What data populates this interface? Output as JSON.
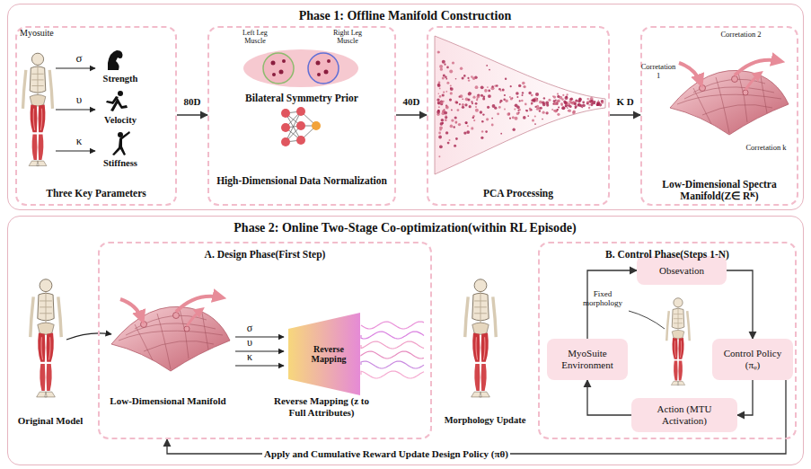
{
  "diagram": {
    "nodes": [
      {
        "text": [
          "Phase 1: Offline Manifold Construction"
        ]
      },
      {
        "text": [
          "Three Key Parameters"
        ],
        "in": 0
      },
      {
        "text": [
          "Bilateral Symmetry Prior",
          "High-Dimensional Data Normalization"
        ],
        "in": 0
      },
      {
        "text": [
          "PCA Processing"
        ],
        "in": 0
      },
      {
        "text": [
          "Low-Dimensional Spectra Manifold(Z∈ Rᴷ)"
        ],
        "in": 0
      },
      {
        "text": [
          "Phase 2: Online Two-Stage Co-optimization(within RL Episode)"
        ]
      },
      {
        "text": [
          "A. Design Phase(First Step)"
        ],
        "in": 5
      },
      {
        "text": [
          "Reverse Mapping"
        ],
        "in": 6
      },
      {
        "text": [
          "B. Control Phase(Steps 1-N)"
        ],
        "in": 5
      },
      {
        "text": [
          "Obsevation"
        ],
        "in": 8
      },
      {
        "text": [
          "Control Policy (πᵩ)"
        ],
        "in": 8
      },
      {
        "text": [
          "Action (MTU Activation)"
        ],
        "in": 8
      },
      {
        "text": [
          "MyoSuite Environment"
        ],
        "in": 8
      }
    ],
    "edges": [
      {
        "from": 1,
        "to": 2,
        "label": "80D",
        "arrow": "to"
      },
      {
        "from": 2,
        "to": 3,
        "label": "40D",
        "arrow": "to"
      },
      {
        "from": 3,
        "to": 4,
        "label": "K D",
        "arrow": "to"
      },
      {
        "from": 9,
        "to": 10,
        "arrow": "to"
      },
      {
        "from": 10,
        "to": 11,
        "arrow": "to"
      },
      {
        "from": 11,
        "to": 12,
        "arrow": "to"
      },
      {
        "from": 12,
        "to": 9,
        "arrow": "to"
      },
      {
        "from": 10,
        "to": 6,
        "label": "Apply and Cumulative Reward Update Design Policy (πθ)",
        "arrow": "to"
      }
    ],
    "labels": [
      "Myosuite",
      "σ",
      "Strength",
      "υ",
      "Velocity",
      "κ",
      "Stiffness",
      "Left Leg Muscle",
      "Right Leg Muscle",
      "Corretation 1",
      "Corretation 2",
      "Corretation k",
      "Original Model",
      "Low-Dimensional Manifold",
      "σ",
      "υ",
      "κ",
      "Reverse Mapping (z to Full Attributes)",
      "Morphology Update",
      "Fixed morphology"
    ]
  }
}
